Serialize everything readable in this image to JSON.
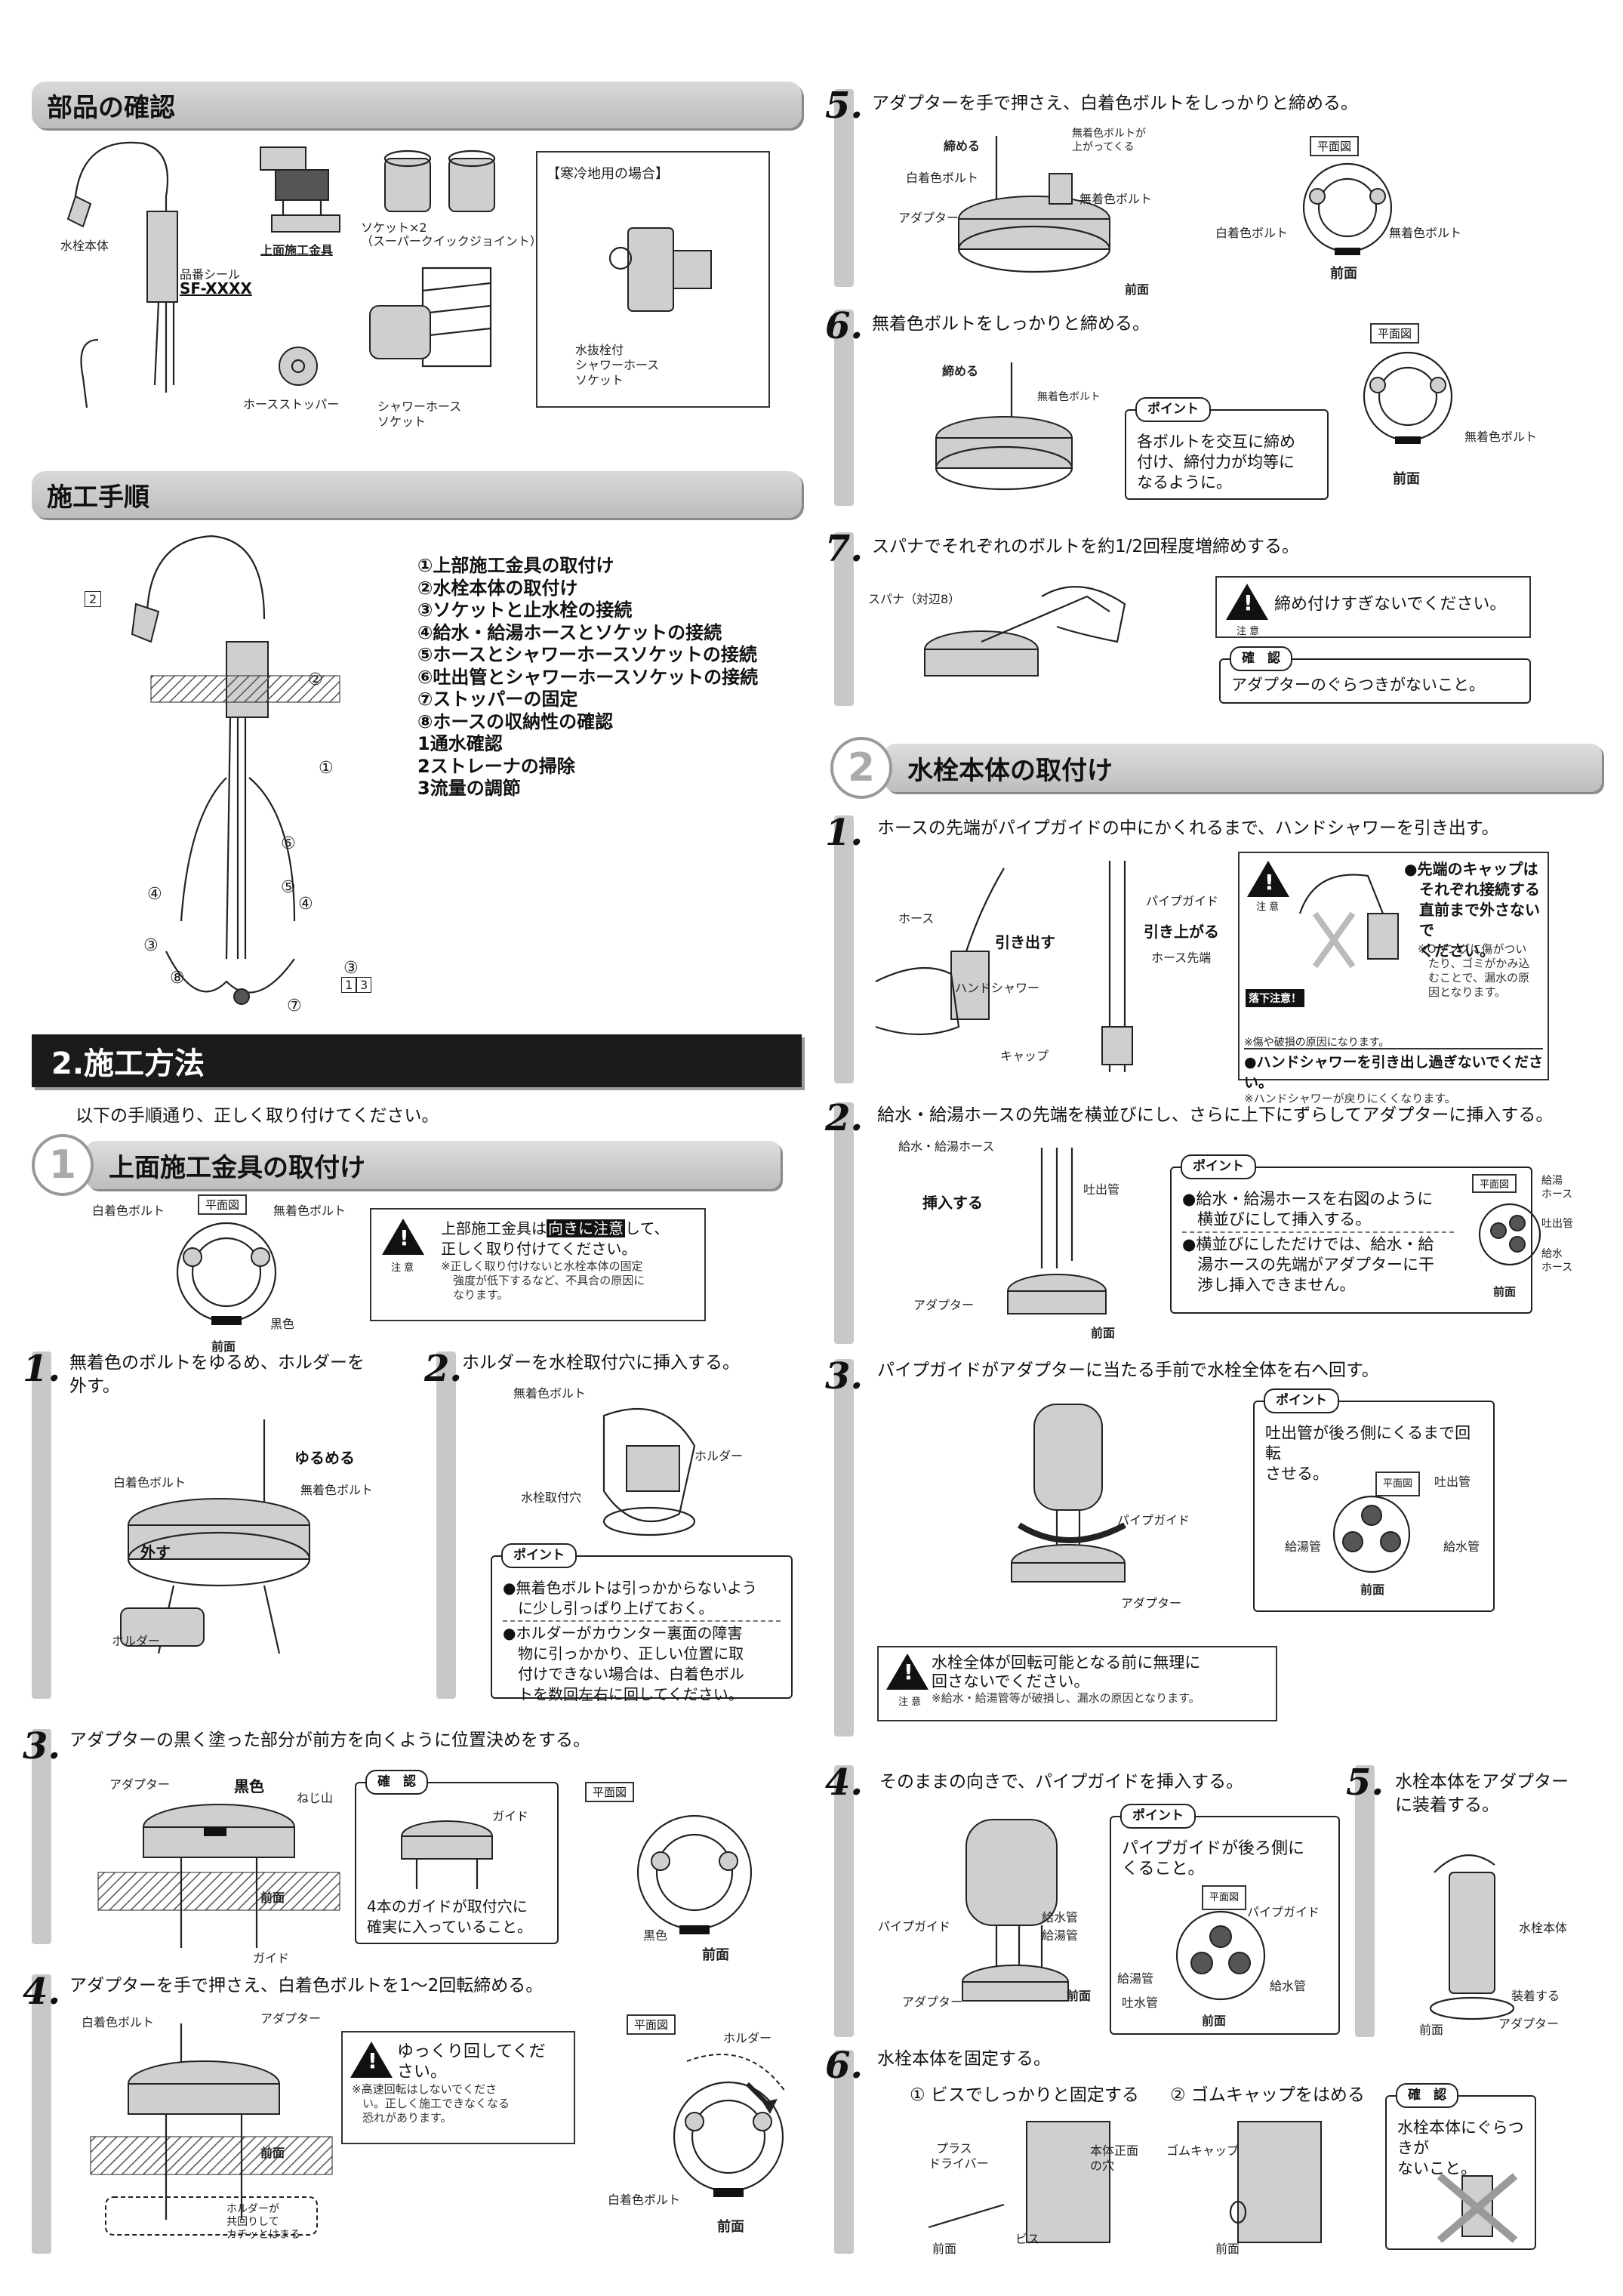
{
  "parts": {
    "title": "部品の確認",
    "body": "水栓本体",
    "seal": "品番シール",
    "seal_code": "SF-XXXX",
    "upper": "上面施工金具",
    "socket1": "ソケット×2",
    "socket2": "（スーパークイックジョイント）",
    "cold_title": "【寒冷地用の場合】",
    "cold1": "水抜栓付",
    "cold2": "シャワーホース",
    "cold3": "ソケット",
    "stopper": "ホースストッパー",
    "shsock1": "シャワーホース",
    "shsock2": "ソケット"
  },
  "proc": {
    "title": "施工手順",
    "items": [
      "①上部施工金具の取付け",
      "②水栓本体の取付け",
      "③ソケットと止水栓の接続",
      "④給水・給湯ホースとソケットの接続",
      "⑤ホースとシャワーホースソケットの接続",
      "⑥吐出管とシャワーホースソケットの接続",
      "⑦ストッパーの固定",
      "⑧ホースの収納性の確認",
      "1通水確認",
      "2ストレーナの掃除",
      "3流量の調節"
    ],
    "mk2": "2",
    "c2": "②",
    "c1": "①",
    "c6": "⑥",
    "c5": "⑤",
    "c4": "④",
    "c4b": "④",
    "c3": "③",
    "c3b": "③",
    "c8": "⑧",
    "c7": "⑦",
    "b1": "1",
    "b3": "3"
  },
  "method": {
    "title": "2.施工方法",
    "intro": "以下の手順通り、正しく取り付けてください。"
  },
  "s1": {
    "num": "1",
    "title": "上面施工金具の取付け",
    "plan": "平面図",
    "white": "白着色ボルト",
    "clear": "無着色ボルト",
    "black": "黒色",
    "front": "前面",
    "caut1a": "上部施工金具は",
    "caut1b": "向きに注意",
    "caut1c": "して、",
    "caut2": "正しく取り付けてください。",
    "caut3": "※正しく取り付けないと水栓本体の固定",
    "caut4": "強度が低下するなど、不具合の原因に",
    "caut5": "なります。",
    "chui": "注 意"
  },
  "st1": {
    "n": "1.",
    "t1": "無着色のボルトをゆるめ、ホルダーを",
    "t2": "外す。",
    "yurumeru": "ゆるめる",
    "white": "白着色ボルト",
    "clear": "無着色ボルト",
    "hazusu": "外す",
    "holder": "ホルダー"
  },
  "st2": {
    "n": "2.",
    "t": "ホルダーを水栓取付穴に挿入する。",
    "clear": "無着色ボルト",
    "hole": "水栓取付穴",
    "holder": "ホルダー",
    "point": "ポイント",
    "p1": "●無着色ボルトは引っかからないよう",
    "p2": "に少し引っぱり上げておく。",
    "p3": "●ホルダーがカウンター裏面の障害",
    "p4": "物に引っかかり、正しい位置に取",
    "p5": "付けできない場合は、白着色ボル",
    "p6": "トを数回左右に回してください。"
  },
  "st3": {
    "n": "3.",
    "t": "アダプターの黒く塗った部分が前方を向くように位置決めをする。",
    "adapter": "アダプター",
    "black": "黒色",
    "neji": "ねじ山",
    "front": "前面",
    "guide": "ガイド",
    "kakunin": "確　認",
    "guide2": "ガイド",
    "c1": "4本のガイドが取付穴に",
    "c2": "確実に入っていること。",
    "plan": "平面図",
    "black2": "黒色",
    "front2": "前面"
  },
  "st4": {
    "n": "4.",
    "t": "アダプターを手で押さえ、白着色ボルトを1～2回転締める。",
    "white": "白着色ボルト",
    "adapter": "アダプター",
    "front": "前面",
    "hold1": "ホルダーが",
    "hold2": "共回りして",
    "hold3": "カチッとはまる",
    "c1": "ゆっくり回してくだ",
    "c2": "さい。",
    "c3": "※高速回転はしないでくださ",
    "c4": "い。正しく施工できなくなる",
    "c5": "恐れがあります。",
    "plan": "平面図",
    "holder": "ホルダー",
    "white2": "白着色ボルト",
    "front2": "前面"
  },
  "st5": {
    "n": "5.",
    "t": "アダプターを手で押さえ、白着色ボルトをしっかりと締める。",
    "shimeru": "締める",
    "up1": "無着色ボルトが",
    "up2": "上がってくる",
    "white": "白着色ボルト",
    "clear": "無着色ボルト",
    "adapter": "アダプター",
    "front": "前面",
    "plan": "平面図",
    "white2": "白着色ボルト",
    "clear2": "無着色ボルト",
    "front2": "前面"
  },
  "st6": {
    "n": "6.",
    "t": "無着色ボルトをしっかりと締める。",
    "shimeru": "締める",
    "clear": "無着色ボルト",
    "point": "ポイント",
    "p1": "各ボルトを交互に締め",
    "p2": "付け、締付力が均等に",
    "p3": "なるように。",
    "plan": "平面図",
    "clear2": "無着色ボルト",
    "front": "前面"
  },
  "st7": {
    "n": "7.",
    "t": "スパナでそれぞれのボルトを約1/2回程度増締めする。",
    "spanner": "スパナ（対辺8）",
    "caut": "締め付けすぎないでください。",
    "chui": "注 意",
    "kakunin": "確　認",
    "c1": "アダプターのぐらつきがないこと。"
  },
  "s2": {
    "num": "2",
    "title": "水栓本体の取付け"
  },
  "b1": {
    "n": "1.",
    "t": "ホースの先端がパイプガイドの中にかくれるまで、ハンドシャワーを引き出す。",
    "hose": "ホース",
    "pull": "引き出す",
    "pipe": "パイプガイド",
    "up": "引き上がる",
    "tip": "ホース先端",
    "hand": "ハンドシャワー",
    "cap": "キャップ",
    "fall": "落下注意！",
    "harm": "※傷や破損の原因になります。",
    "w1": "●先端のキャップは",
    "w2": "それぞれ接続する",
    "w3": "直前まで外さないで",
    "w4": "ください。",
    "w5": "※Oリングに傷がつい",
    "w6": "たり、ゴミがかみ込",
    "w7": "むことで、漏水の原",
    "w8": "因となります。",
    "w9": "●ハンドシャワーを引き出し過ぎないでください。",
    "w10": "※ハンドシャワーが戻りにくくなります。",
    "chui": "注 意"
  },
  "b2": {
    "n": "2.",
    "t": "給水・給湯ホースの先端を横並びにし、さらに上下にずらしてアダプターに挿入する。",
    "hoses": "給水・給湯ホース",
    "spout": "吐出管",
    "insert": "挿入する",
    "adapter": "アダプター",
    "front": "前面",
    "point": "ポイント",
    "p1": "●給水・給湯ホースを右図のように",
    "p2": "横並びにして挿入する。",
    "p3": "●横並びにしただけでは、給水・給",
    "p4": "湯ホースの先端がアダプターに干",
    "p5": "渉し挿入できません。",
    "plan": "平面図",
    "hot1": "給湯",
    "hot2": "ホース",
    "spout2": "吐出管",
    "cold1": "給水",
    "cold2": "ホース",
    "front2": "前面"
  },
  "b3": {
    "n": "3.",
    "t": "パイプガイドがアダプターに当たる手前で水栓全体を右へ回す。",
    "pipe": "パイプガイド",
    "adapter": "アダプター",
    "point": "ポイント",
    "p1": "吐出管が後ろ側にくるまで回転",
    "p2": "させる。",
    "plan": "平面図",
    "spout": "吐出管",
    "hot": "給湯管",
    "cold": "給水管",
    "front": "前面",
    "c1": "水栓全体が回転可能となる前に無理に",
    "c2": "回さないでください。",
    "c3": "※給水・給湯管等が破損し、漏水の原因となります。",
    "chui": "注 意"
  },
  "b4": {
    "n": "4.",
    "t": "そのままの向きで、パイプガイドを挿入する。",
    "point": "ポイント",
    "p1": "パイプガイドが後ろ側に",
    "p2": "くること。",
    "pipe": "パイプガイド",
    "cold": "給水管",
    "hot": "給湯管",
    "adapter": "アダプター",
    "front": "前面",
    "plan": "平面図",
    "pipe2": "パイプガイド",
    "hot2": "給湯管",
    "cold2": "給水管",
    "spout": "吐水管",
    "front2": "前面"
  },
  "b5": {
    "n": "5.",
    "t1": "水栓本体をアダプター",
    "t2": "に装着する。",
    "body": "水栓本体",
    "attach": "装着する",
    "adapter": "アダプター",
    "front": "前面"
  },
  "b6": {
    "n": "6.",
    "t": "水栓本体を固定する。",
    "o1": "① ビスでしっかりと固定する",
    "o2": "② ゴムキャップをはめる",
    "driver1": "プラス",
    "driver2": "ドライバー",
    "hole1": "本体正面",
    "hole2": "の穴",
    "screw": "ビス",
    "front": "前面",
    "cap": "ゴムキャップ",
    "front2": "前面",
    "kakunin": "確　認",
    "c1": "水栓本体にぐらつきが",
    "c2": "ないこと。"
  }
}
